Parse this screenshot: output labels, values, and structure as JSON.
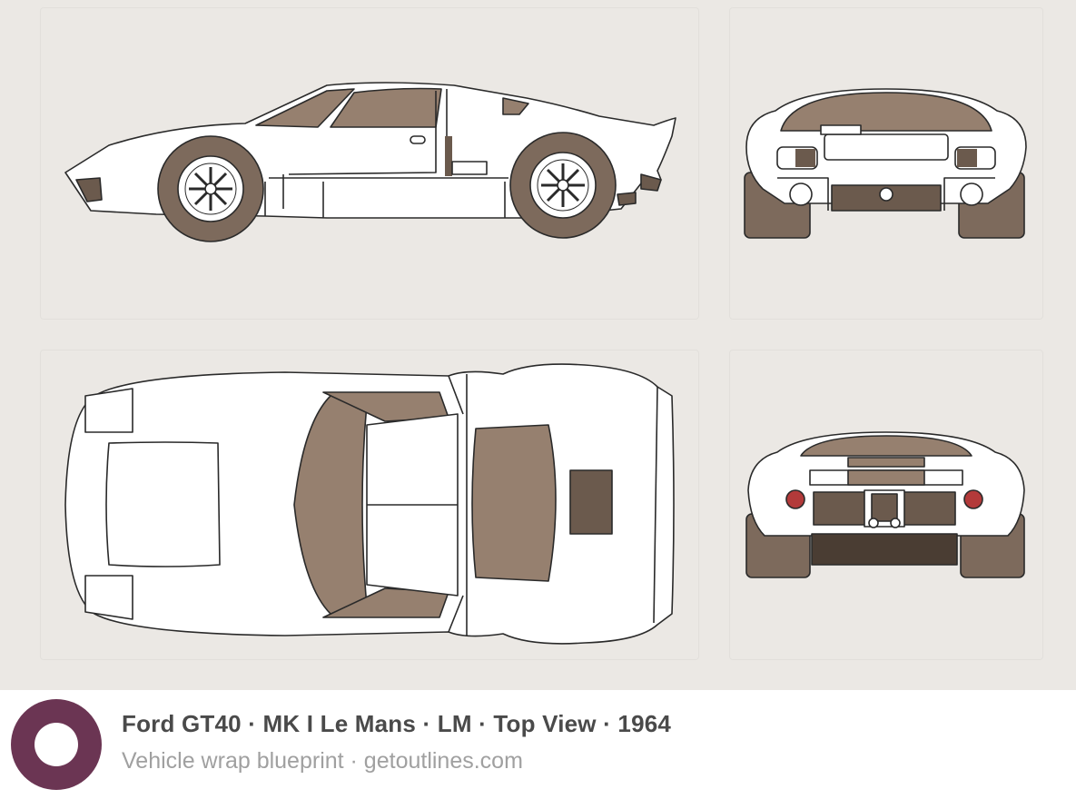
{
  "colors": {
    "background": "#ebe8e4",
    "body": "#ffffff",
    "outline": "#2a2a2a",
    "glass_brown": "#96806f",
    "dark_brown": "#6b5a4d",
    "tire_brown": "#7d6a5c",
    "taillight_red": "#b33a3a",
    "logo_purple": "#6b3553",
    "title_text": "#4a4a4a",
    "subtitle_text": "#a0a0a0"
  },
  "views": [
    "side-view",
    "front-view",
    "top-view",
    "rear-view"
  ],
  "footer": {
    "logo_icon": "ring-logo-icon",
    "title": "Ford GT40 · MK I Le Mans · LM · Top View · 1964",
    "subtitle": "Vehicle wrap blueprint · getoutlines.com"
  }
}
